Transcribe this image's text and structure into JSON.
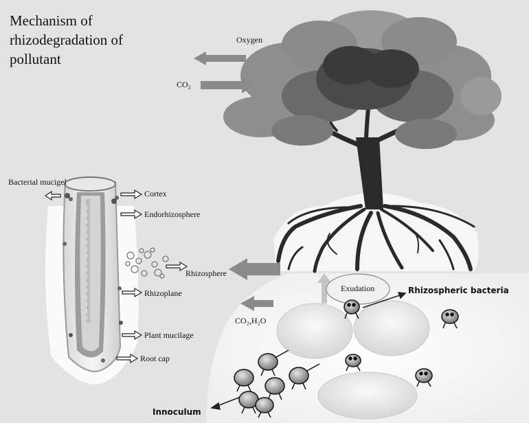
{
  "title": "Mechanism of\nrhizodegradation of\npollutant",
  "labels": {
    "oxygen": "Oxygen",
    "co2": "CO₂",
    "bacterial_mucigel": "Bacterial mucigel",
    "cortex": "Cortex",
    "endorhizosphere": "Endorhizosphere",
    "rhizosphere": "Rhizosphere",
    "rhizoplane": "Rhizoplane",
    "plant_mucilage": "Plant mucilage",
    "root_cap": "Root cap",
    "co2_h2o": "CO₂,H₂O",
    "exudation": "Exudation",
    "rhizospheric_bacteria": "Rhizospheric bacteria",
    "innoculum": "Innoculum"
  },
  "colors": {
    "background": "#e3e3e3",
    "arrow_fill": "#8a8a8a",
    "foliage_dark": "#3c3c3c",
    "foliage_mid": "#6a6a6a",
    "foliage_light": "#959595",
    "trunk": "#2a2a2a",
    "root_zone": "#f4f4f4"
  }
}
